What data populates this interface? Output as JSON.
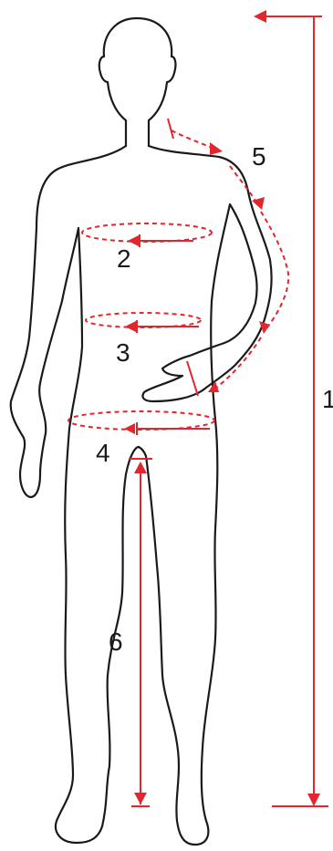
{
  "diagram": {
    "colors": {
      "outline": "#1a1a1a",
      "measure": "#e3262d",
      "background": "#ffffff"
    },
    "labels": {
      "height": "1",
      "chest": "2",
      "waist": "3",
      "hips": "4",
      "sleeve": "5",
      "inseam": "6"
    }
  }
}
